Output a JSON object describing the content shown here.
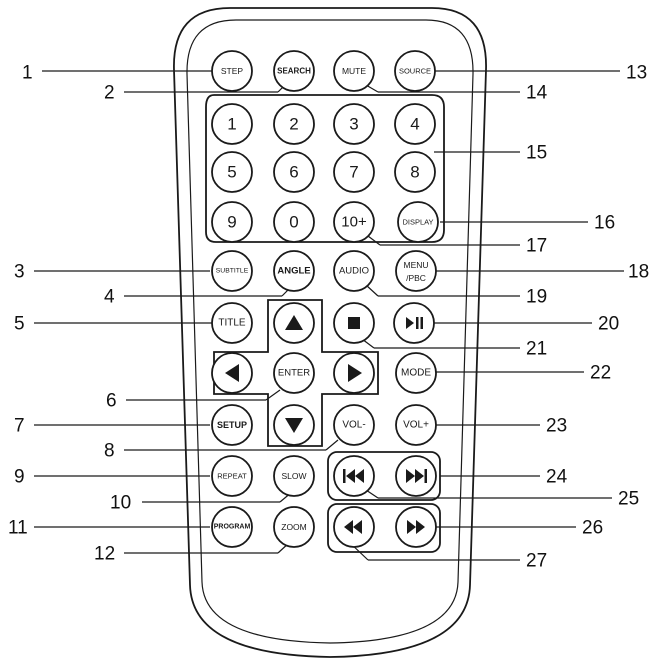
{
  "buttons": {
    "step": "STEP",
    "search": "SEARCH",
    "mute": "MUTE",
    "source": "SOURCE",
    "num_1": "1",
    "num_2": "2",
    "num_3": "3",
    "num_4": "4",
    "num_5": "5",
    "num_6": "6",
    "num_7": "7",
    "num_8": "8",
    "num_9": "9",
    "num_0": "0",
    "num_10plus": "10+",
    "display": "DISPLAY",
    "subtitle": "SUBTITLE",
    "angle": "ANGLE",
    "audio": "AUDIO",
    "menu_line1": "MENU",
    "menu_line2": "/PBC",
    "title": "TITLE",
    "enter": "ENTER",
    "mode": "MODE",
    "setup": "SETUP",
    "vol_minus": "VOL-",
    "vol_plus": "VOL+",
    "repeat": "REPEAT",
    "slow": "SLOW",
    "program": "PROGRAM",
    "zoom": "ZOOM"
  },
  "icons": {
    "up": "up-arrow-icon",
    "left": "left-arrow-icon",
    "right": "right-arrow-icon",
    "down": "down-arrow-icon",
    "stop": "stop-icon",
    "play_pause": "play-pause-icon",
    "prev": "skip-previous-icon",
    "next": "skip-next-icon",
    "rewind": "rewind-icon",
    "fast_forward": "fast-forward-icon"
  },
  "callouts": [
    "1",
    "2",
    "3",
    "4",
    "5",
    "6",
    "7",
    "8",
    "9",
    "10",
    "11",
    "12",
    "13",
    "14",
    "15",
    "16",
    "17",
    "18",
    "19",
    "20",
    "21",
    "22",
    "23",
    "24",
    "25",
    "26",
    "27"
  ],
  "colors": {
    "line": "#1a1a1a",
    "background": "#ffffff"
  }
}
